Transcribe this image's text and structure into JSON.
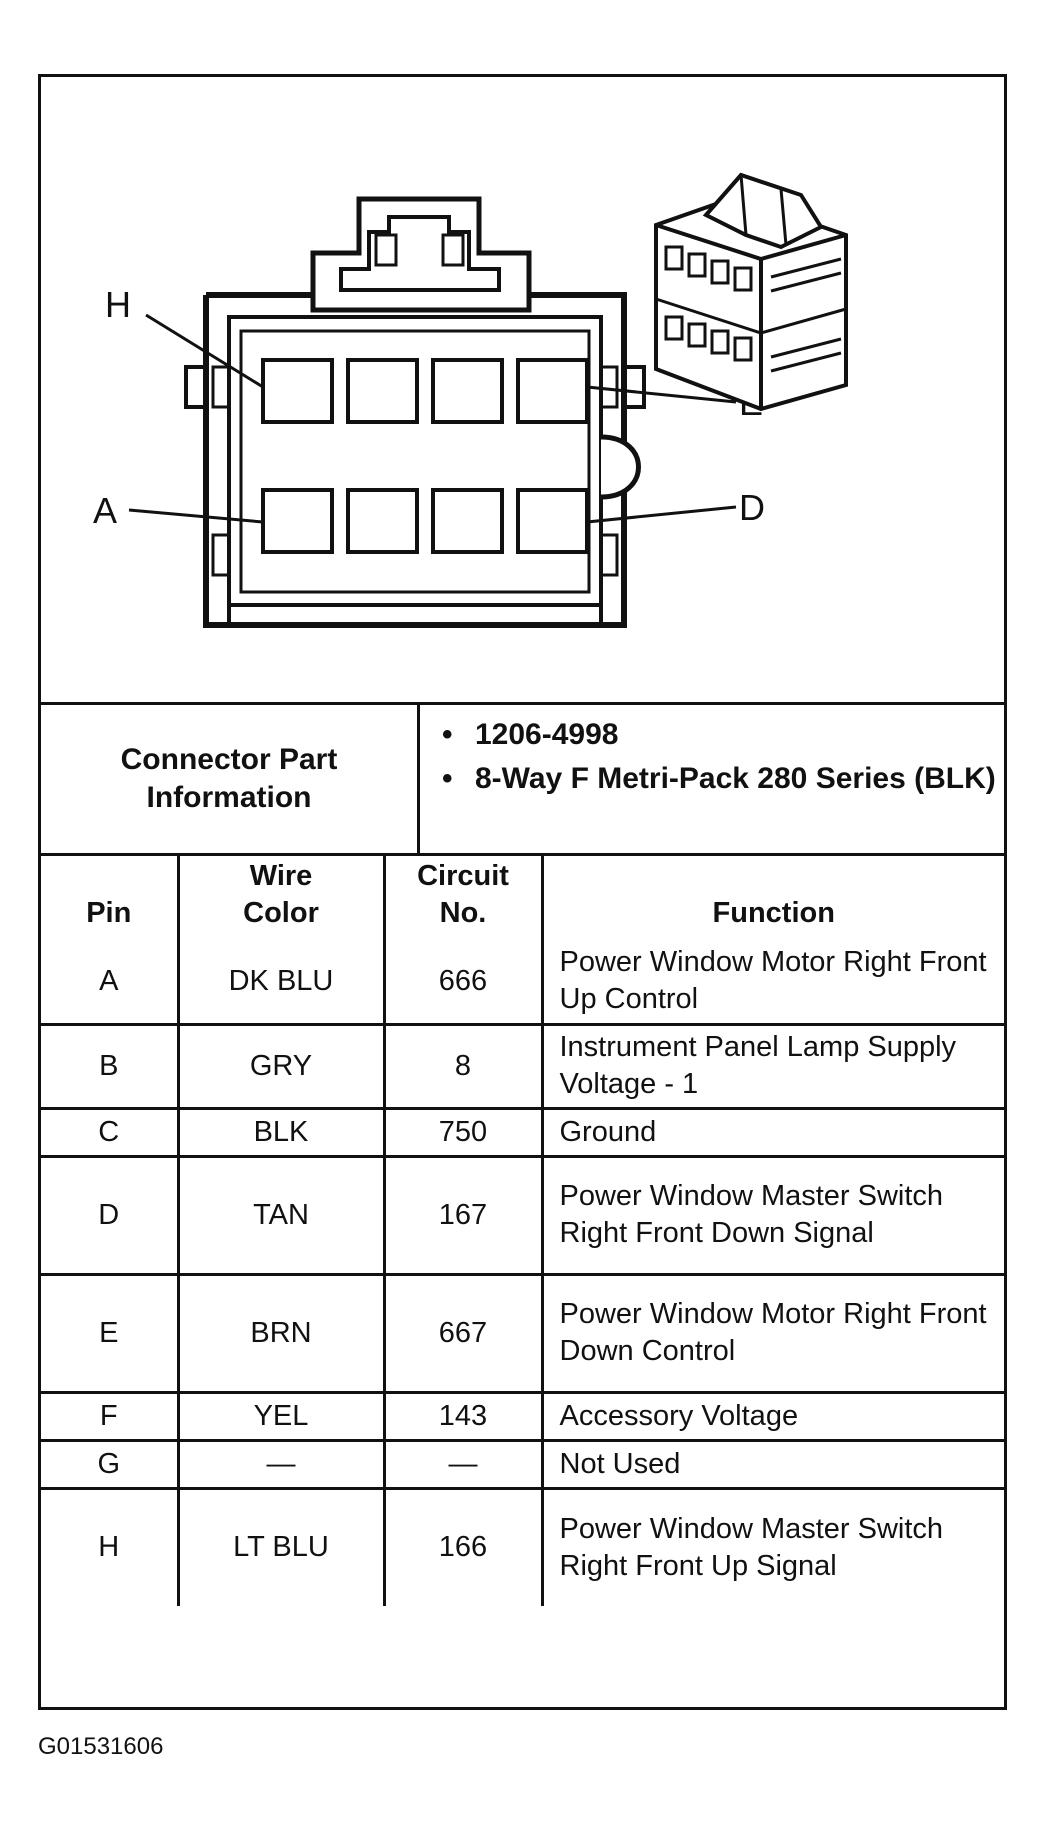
{
  "diagram": {
    "pin_labels": [
      "H",
      "E",
      "A",
      "D"
    ]
  },
  "connector_info": {
    "label": "Connector Part Information",
    "items": [
      "1206-4998",
      "8-Way F Metri-Pack 280 Series (BLK)"
    ]
  },
  "table": {
    "headers": {
      "pin": "Pin",
      "wire_color": "Wire Color",
      "circuit": "Circuit No.",
      "function": "Function"
    },
    "rows": [
      {
        "pin": "A",
        "wire": "DK BLU",
        "circuit": "666",
        "function": "Power Window Motor Right Front Up Control"
      },
      {
        "pin": "B",
        "wire": "GRY",
        "circuit": "8",
        "function": "Instrument Panel Lamp Supply Voltage - 1"
      },
      {
        "pin": "C",
        "wire": "BLK",
        "circuit": "750",
        "function": "Ground"
      },
      {
        "pin": "D",
        "wire": "TAN",
        "circuit": "167",
        "function": "Power Window Master Switch Right Front Down Signal"
      },
      {
        "pin": "E",
        "wire": "BRN",
        "circuit": "667",
        "function": "Power Window Motor Right Front Down Control"
      },
      {
        "pin": "F",
        "wire": "YEL",
        "circuit": "143",
        "function": "Accessory Voltage"
      },
      {
        "pin": "G",
        "wire": "—",
        "circuit": "—",
        "function": "Not Used"
      },
      {
        "pin": "H",
        "wire": "LT BLU",
        "circuit": "166",
        "function": "Power Window Master Switch Right Front Up Signal"
      }
    ]
  },
  "document_id": "G01531606"
}
